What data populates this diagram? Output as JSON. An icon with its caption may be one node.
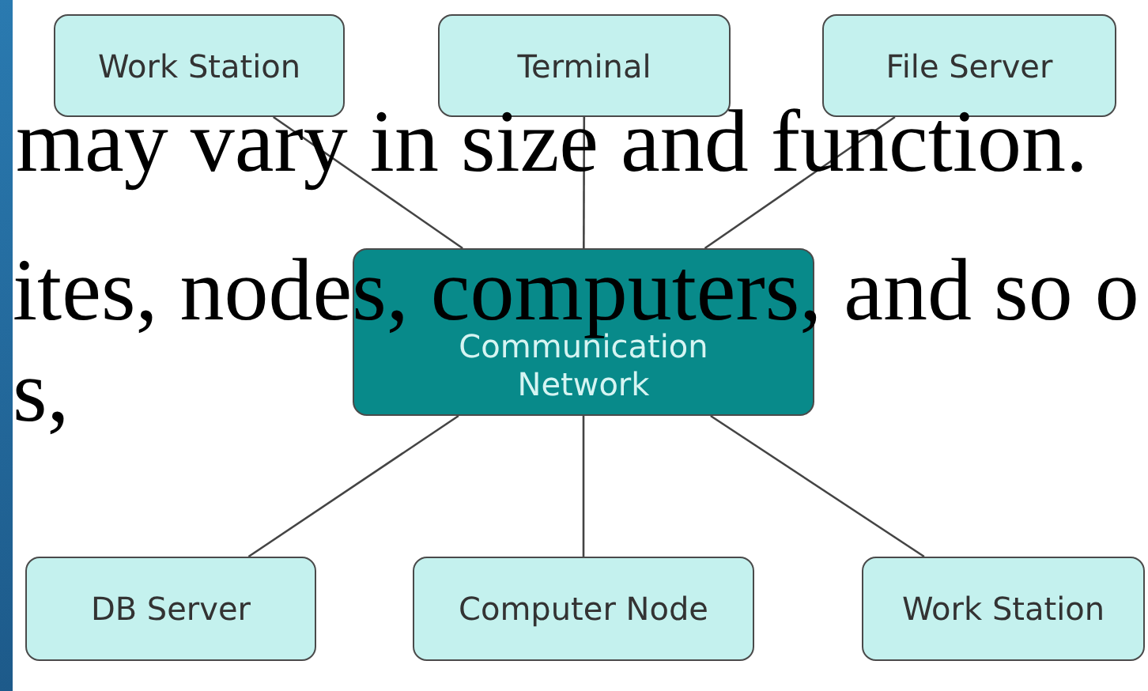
{
  "diagram": {
    "nodes": [
      {
        "text": [
          "Work Station"
        ]
      },
      {
        "text": [
          "Terminal"
        ]
      },
      {
        "text": [
          "File Server"
        ]
      },
      {
        "text": [
          "Communication Network"
        ]
      },
      {
        "text": [
          "DB Server"
        ]
      },
      {
        "text": [
          "Computer Node"
        ]
      },
      {
        "text": [
          "Work Station"
        ]
      }
    ],
    "edges": [
      {
        "from": 3,
        "to": 0,
        "arrow": "none"
      },
      {
        "from": 3,
        "to": 1,
        "arrow": "none"
      },
      {
        "from": 3,
        "to": 2,
        "arrow": "none"
      },
      {
        "from": 3,
        "to": 4,
        "arrow": "none"
      },
      {
        "from": 3,
        "to": 5,
        "arrow": "none"
      },
      {
        "from": 3,
        "to": 6,
        "arrow": "none"
      }
    ],
    "labels": [
      "may vary in size and function.",
      "ites, nodes, computers, and so o",
      "s,"
    ]
  }
}
